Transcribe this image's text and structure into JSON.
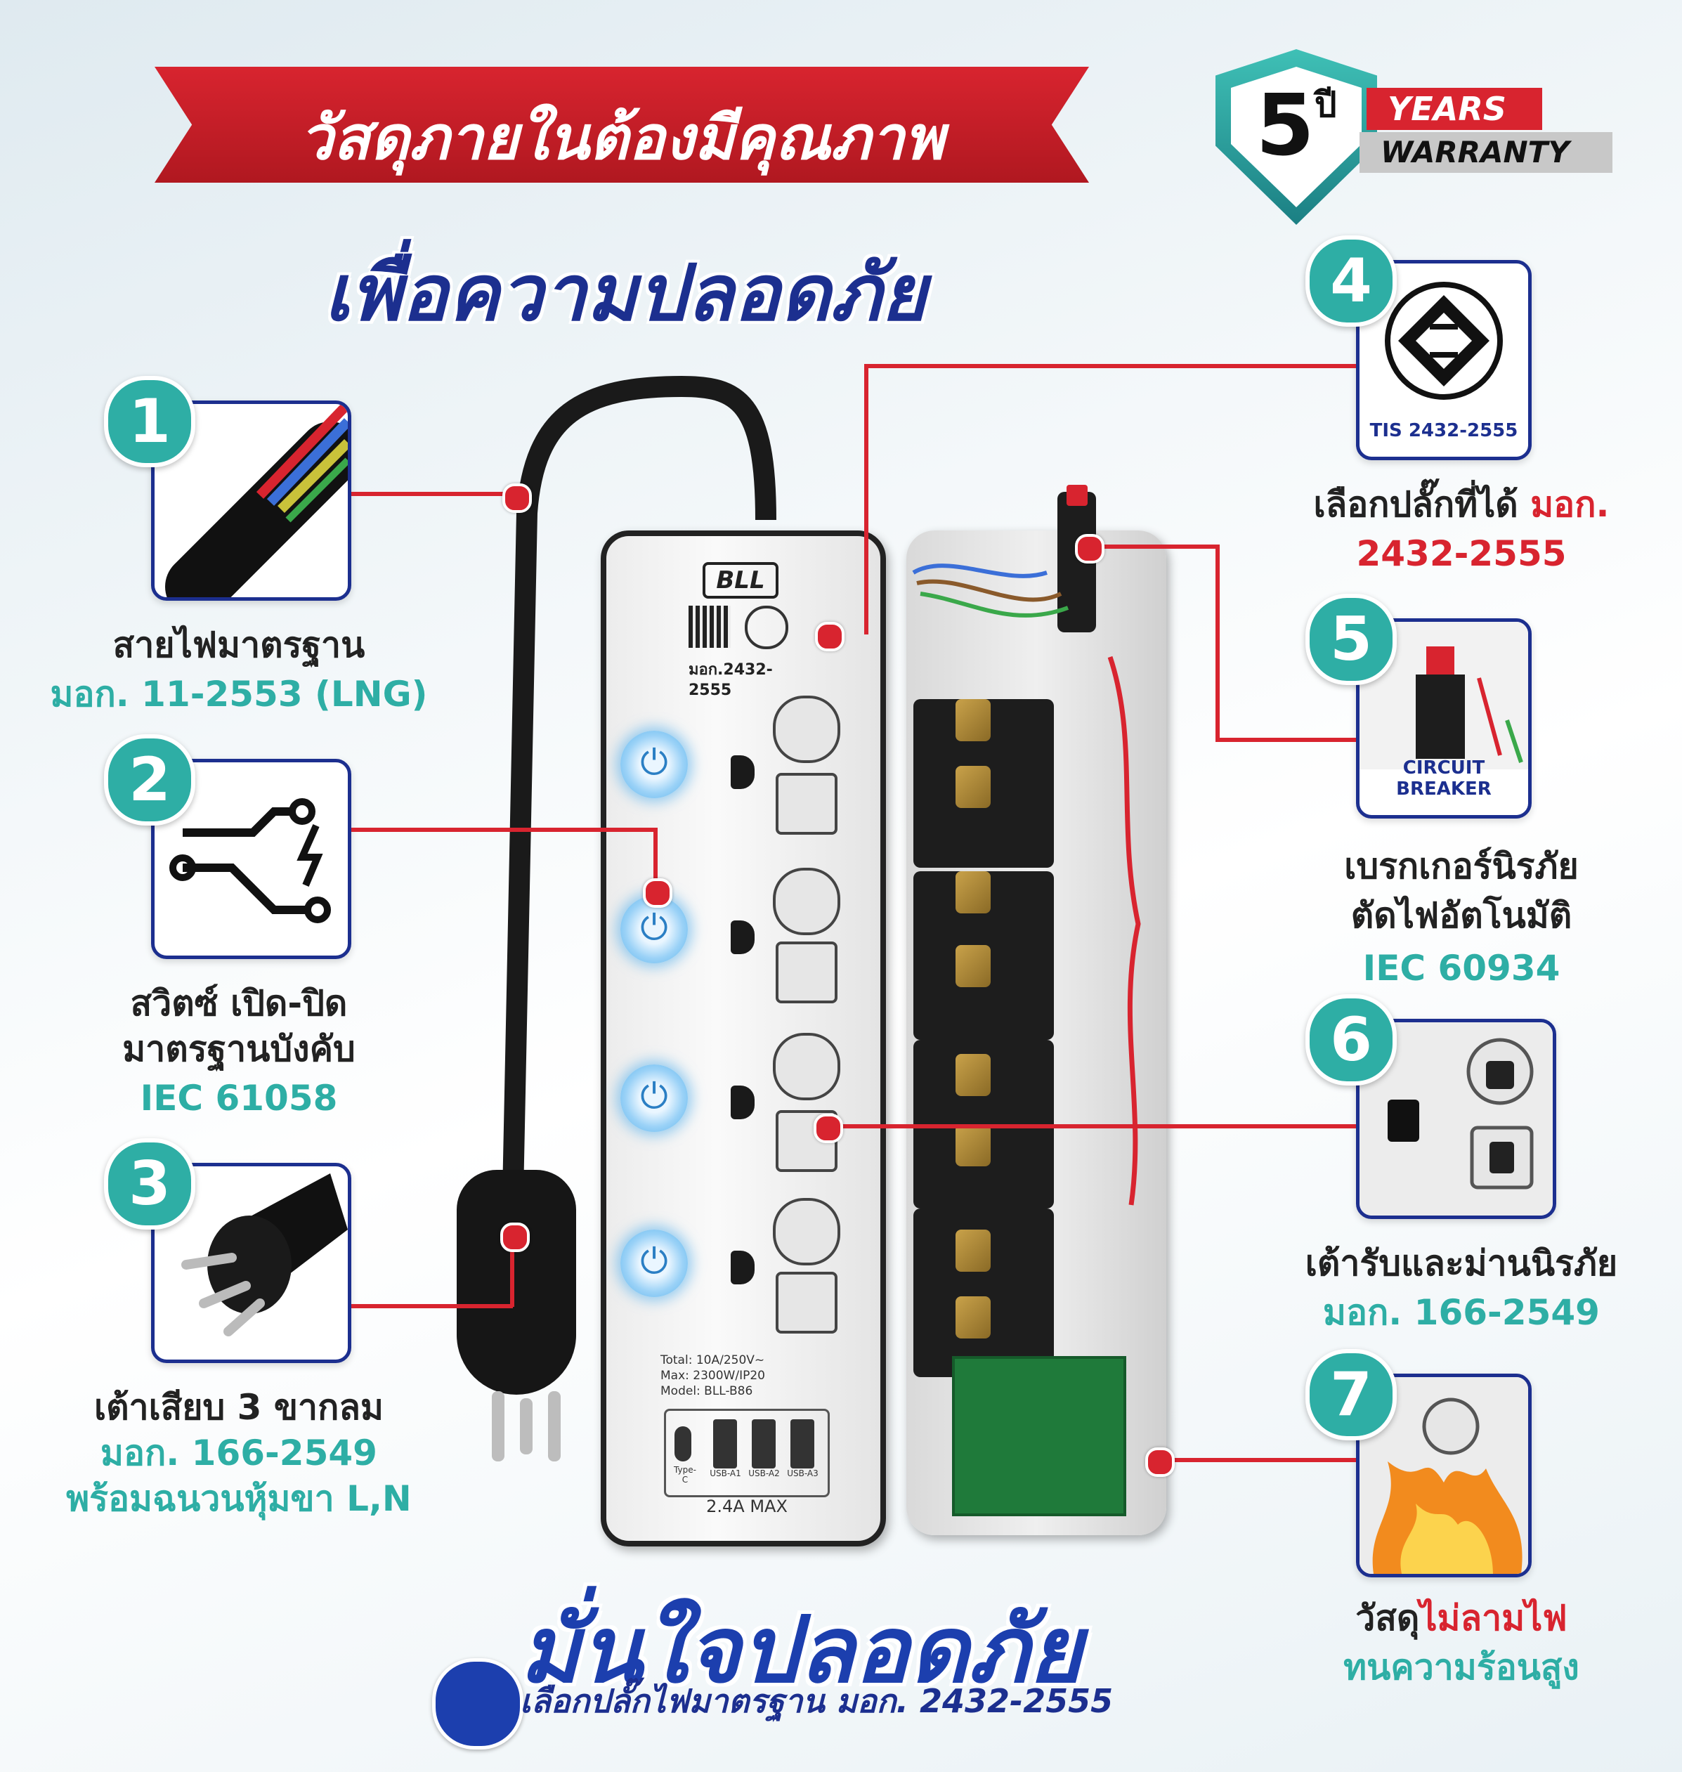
{
  "header": {
    "banner_text": "วัสดุภายในต้องมีคุณภาพ",
    "subtitle": "เพื่อความปลอดภัย"
  },
  "warranty": {
    "number": "5",
    "unit": "ปี",
    "years_label": "YEARS",
    "warranty_label": "WARRANTY"
  },
  "features": [
    {
      "number": "1",
      "title": "สายไฟมาตรฐาน",
      "standard": "มอก. 11-2553 (LNG)",
      "icon": "cable-wires-icon"
    },
    {
      "number": "2",
      "title_line1": "สวิตซ์ เปิด-ปิด",
      "title_line2": "มาตรฐานบังคับ",
      "standard": "IEC 61058",
      "icon": "switch-icon"
    },
    {
      "number": "3",
      "title": "เต้าเสียบ 3 ขากลม",
      "standard": "มอก. 166-2549",
      "extra": "พร้อมฉนวนหุ้มขา L,N",
      "icon": "plug-icon"
    },
    {
      "number": "4",
      "card_caption": "TIS 2432-2555",
      "title": "เลือกปลั๊กที่ได้",
      "title_highlight": "มอก.",
      "standard": "2432-2555",
      "icon": "tis-logo-icon"
    },
    {
      "number": "5",
      "card_caption": "CIRCUIT BREAKER",
      "title_line1": "เบรกเกอร์นิรภัย",
      "title_line2": "ตัดไฟอัตโนมัติ",
      "standard": "IEC 60934",
      "icon": "circuit-breaker-icon"
    },
    {
      "number": "6",
      "title": "เต้ารับและม่านนิรภัย",
      "standard": "มอก. 166-2549",
      "icon": "socket-icon"
    },
    {
      "number": "7",
      "title_prefix": "วัสดุ",
      "title_highlight": "ไม่ลามไฟ",
      "standard": "ทนความร้อนสูง",
      "icon": "fire-icon"
    }
  ],
  "product": {
    "brand": "BLL",
    "cert": "มอก.2432-2555",
    "specs": [
      "Total: 10A/250V~",
      "Max: 2300W/IP20",
      "Model: BLL-B86"
    ],
    "usb_ports": [
      "Type-C",
      "USB-A1",
      "USB-A2",
      "USB-A3"
    ],
    "usb_max": "2.4A MAX"
  },
  "footer": {
    "title": "มั่นใจปลอดภัย",
    "note": "เลือกปลั๊กไฟมาตรฐาน มอก. 2432-2555"
  },
  "colors": {
    "navy": "#1c2f8f",
    "teal": "#2eaea5",
    "red": "#d8242f"
  }
}
